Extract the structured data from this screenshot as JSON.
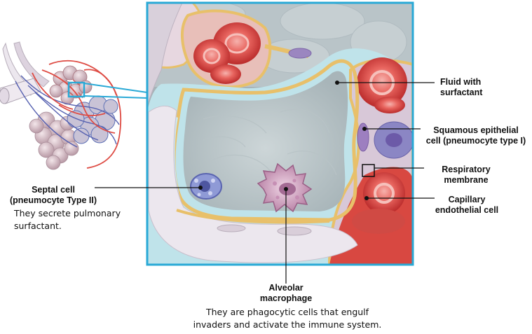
{
  "labels": {
    "fluid": "Fluid with\nsurfactant",
    "squamous": "Squamous epithelial\ncell (pneumocyte type I)",
    "respiratory": "Respiratory\nmembrane",
    "capillary": "Capillary\nendothelial cell",
    "septal": "Septal cell\n(pneumocyte Type II)",
    "macrophage": "Alveolar\nmacrophage"
  },
  "descriptions": {
    "septal": "They secrete pulmonary\nsurfactant.",
    "macrophage": "They are phagocytic cells that engulf\ninvaders and activate the immune system."
  },
  "colors": {
    "frame": "#29a9d6",
    "blood": "#d9443f",
    "membrane": "#e8c06a",
    "fluid": "#bfe3ea",
    "tissue": "#e9dde6"
  }
}
